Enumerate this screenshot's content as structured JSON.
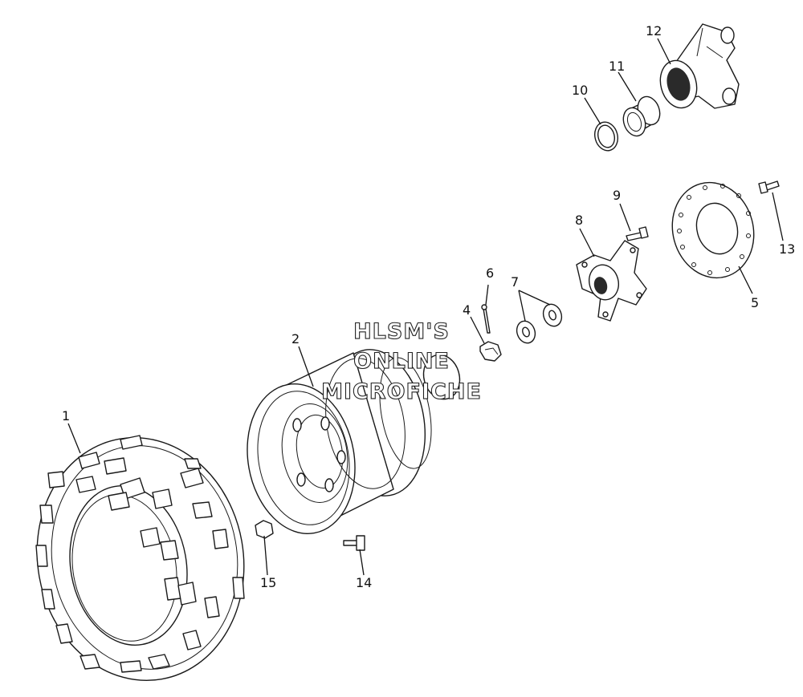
{
  "watermark": {
    "line1": "HLSM'S",
    "line2": "ONLINE",
    "line3": "MICROFICHE"
  },
  "callouts": {
    "c1": "1",
    "c2": "2",
    "c4": "4",
    "c5": "5",
    "c6": "6",
    "c7": "7",
    "c8": "8",
    "c9": "9",
    "c10": "10",
    "c11": "11",
    "c12": "12",
    "c13": "13",
    "c14": "14",
    "c15": "15"
  },
  "colors": {
    "line": "#1a1a1a",
    "background": "#ffffff"
  }
}
